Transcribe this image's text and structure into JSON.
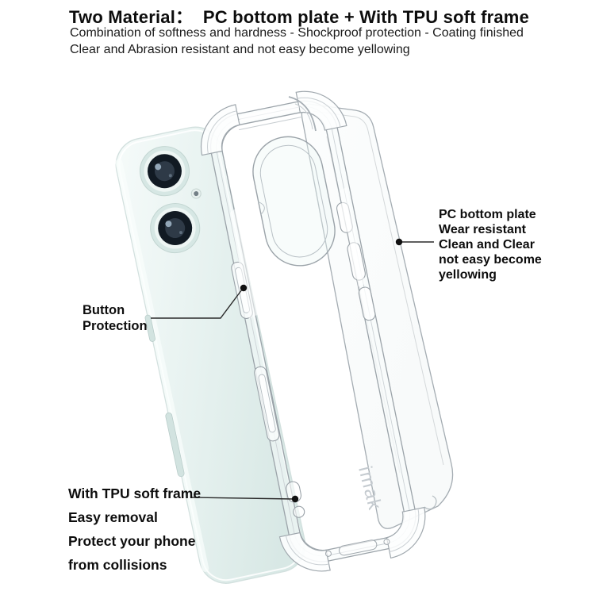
{
  "header": {
    "title": "Two Material：  PC bottom plate + With TPU soft frame",
    "subtitle_line1": "Combination of softness and hardness - Shockproof protection - Coating finished",
    "subtitle_line2": "Clear and Abrasion resistant and not easy become yellowing"
  },
  "diagram": {
    "watermark": "imak",
    "callouts": {
      "pc_plate": "PC bottom plate\nWear resistant\nClean and Clear\nnot easy become\nyellowing",
      "button": "Button\nProtection",
      "tpu_frame": "With TPU soft frame\nEasy removal\nProtect your phone\nfrom collisions"
    }
  },
  "colors": {
    "background": "#ffffff",
    "annotation_text": "#0d0d0d",
    "phone_body": "#e7f2f0",
    "camera_lens": "#111a23",
    "case_outline": "#9ba3a9",
    "watermark_gray": "#c5cbd0"
  }
}
